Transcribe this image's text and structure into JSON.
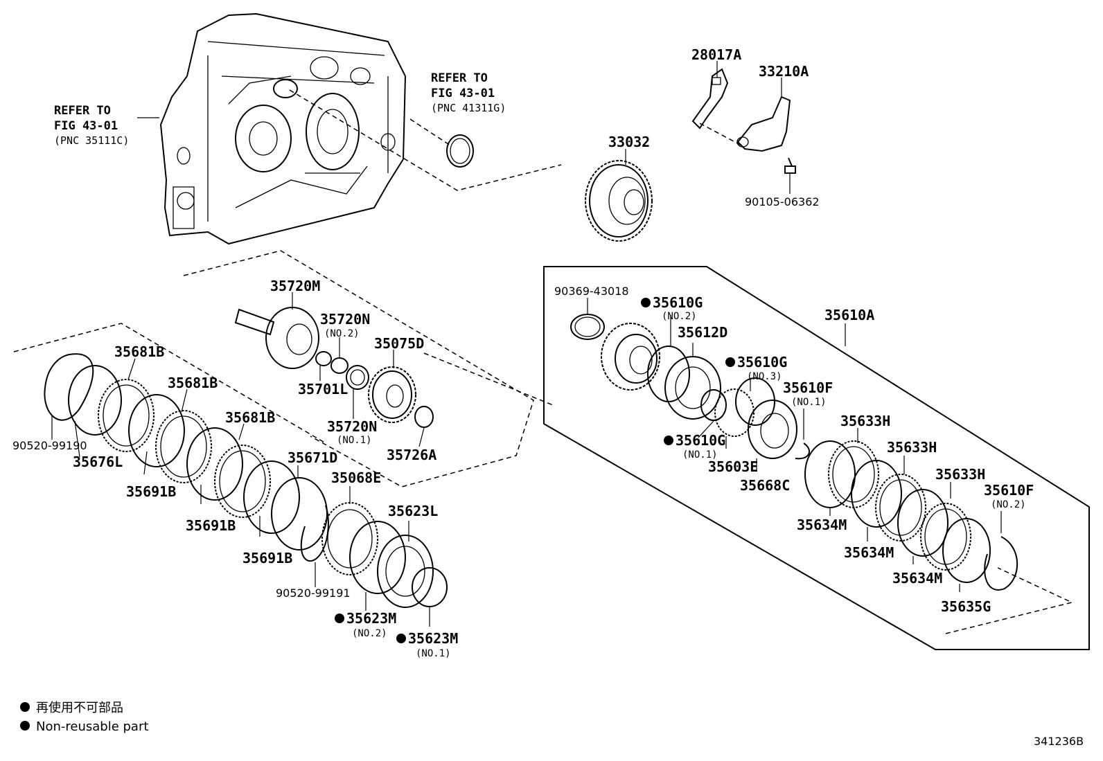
{
  "refs": {
    "left": {
      "line1": "REFER TO",
      "line2": "FIG 43-01",
      "line3": "(PNC 35111C)"
    },
    "top": {
      "line1": "REFER TO",
      "line2": "FIG 43-01",
      "line3": "(PNC 41311G)"
    }
  },
  "parts": {
    "p28017A": "28017A",
    "p33210A": "33210A",
    "p33032": "33032",
    "p90105": "90105-06362",
    "p35720M": "35720M",
    "p35720N2": "35720N",
    "p35720N2_sub": "(NO.2)",
    "p35075D": "35075D",
    "p35701L": "35701L",
    "p35720N1": "35720N",
    "p35720N1_sub": "(NO.1)",
    "p35726A": "35726A",
    "p35681B_a": "35681B",
    "p35681B_b": "35681B",
    "p35681B_c": "35681B",
    "p90520_99190": "90520-99190",
    "p35676L": "35676L",
    "p35691B_a": "35691B",
    "p35691B_b": "35691B",
    "p35691B_c": "35691B",
    "p35671D": "35671D",
    "p35068E": "35068E",
    "p35623L": "35623L",
    "p90520_99191": "90520-99191",
    "p35623M2": "35623M",
    "p35623M2_sub": "(NO.2)",
    "p35623M1": "35623M",
    "p35623M1_sub": "(NO.1)",
    "p90369": "90369-43018",
    "p35610G2": "35610G",
    "p35610G2_sub": "(NO.2)",
    "p35612D": "35612D",
    "p35610A": "35610A",
    "p35610G3": "35610G",
    "p35610G3_sub": "(NO.3)",
    "p35610F1": "35610F",
    "p35610F1_sub": "(NO.1)",
    "p35610G1": "35610G",
    "p35610G1_sub": "(NO.1)",
    "p35603E": "35603E",
    "p35668C": "35668C",
    "p35633H_a": "35633H",
    "p35633H_b": "35633H",
    "p35633H_c": "35633H",
    "p35610F2": "35610F",
    "p35610F2_sub": "(NO.2)",
    "p35634M_a": "35634M",
    "p35634M_b": "35634M",
    "p35634M_c": "35634M",
    "p35635G": "35635G"
  },
  "legend": {
    "jp": "再使用不可部品",
    "en": "Non-reusable part"
  },
  "figure_code": "341236B"
}
